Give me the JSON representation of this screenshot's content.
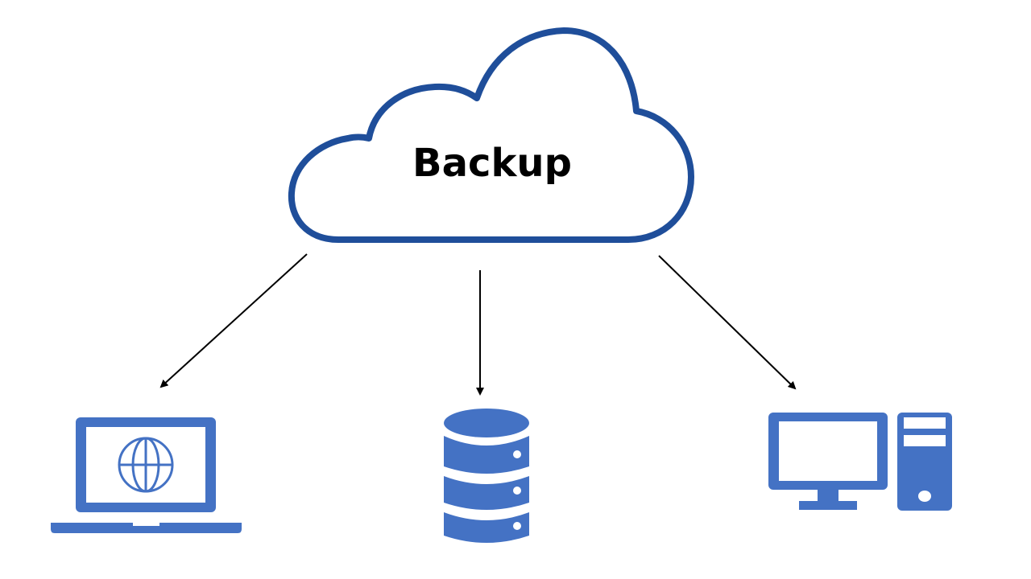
{
  "diagram": {
    "title": "Backup",
    "central_node": {
      "label": "Backup",
      "icon": "cloud-icon"
    },
    "target_nodes": [
      {
        "id": "laptop",
        "icon": "laptop-globe-icon",
        "label": ""
      },
      {
        "id": "database",
        "icon": "database-icon",
        "label": ""
      },
      {
        "id": "desktop",
        "icon": "desktop-computer-icon",
        "label": ""
      }
    ],
    "edges": [
      {
        "from": "cloud",
        "to": "laptop",
        "style": "arrow"
      },
      {
        "from": "cloud",
        "to": "database",
        "style": "arrow"
      },
      {
        "from": "cloud",
        "to": "desktop",
        "style": "arrow"
      }
    ]
  },
  "colors": {
    "cloud_stroke": "#1F4E9A",
    "icon_fill": "#4472C4",
    "arrow": "#000000",
    "background": "#FFFFFF"
  }
}
